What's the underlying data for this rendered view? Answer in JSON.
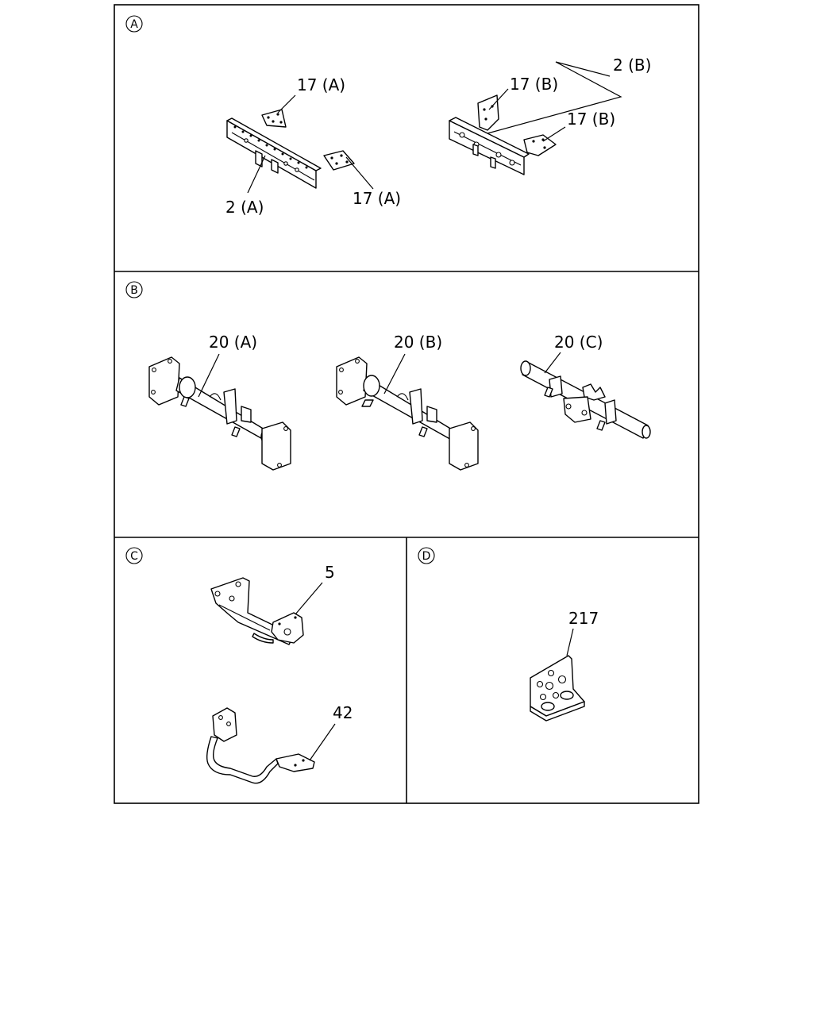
{
  "panels": [
    {
      "id": "A",
      "letter": "A"
    },
    {
      "id": "B",
      "letter": "B"
    },
    {
      "id": "C",
      "letter": "C"
    },
    {
      "id": "D",
      "letter": "D"
    }
  ],
  "callouts": {
    "a_17a_top": "17 (A)",
    "a_2a": "2 (A)",
    "a_17a_bottom": "17 (A)",
    "a_2b": "2 (B)",
    "a_17b_top": "17 (B)",
    "a_17b_bottom": "17 (B)",
    "b_20a": "20 (A)",
    "b_20b": "20 (B)",
    "b_20c": "20 (C)",
    "c_5": "5",
    "c_42": "42",
    "d_217": "217"
  }
}
